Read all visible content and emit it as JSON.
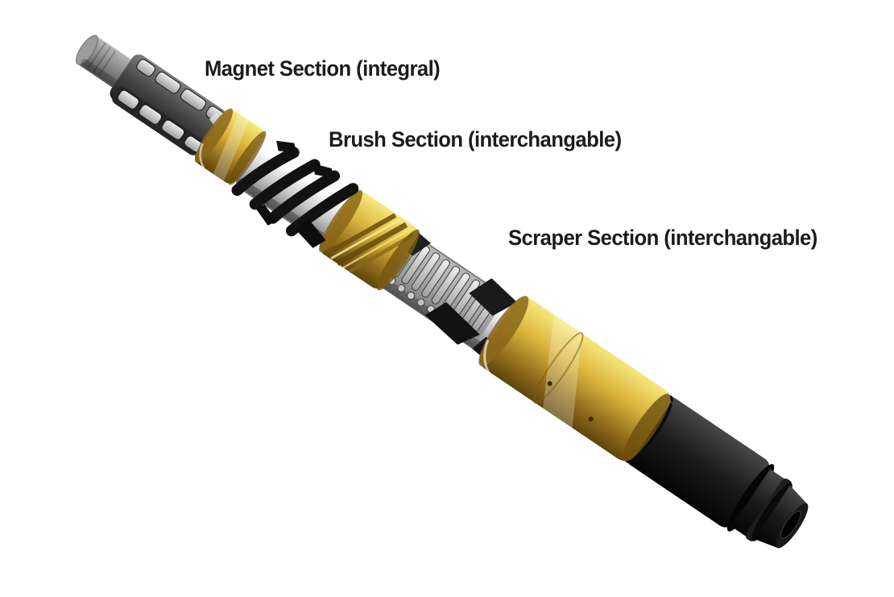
{
  "sections": [
    {
      "id": "magnet",
      "label": "Magnet Section (integral)"
    },
    {
      "id": "brush",
      "label": "Brush Section (interchangable)"
    },
    {
      "id": "scraper",
      "label": "Scraper Section (interchangable)"
    }
  ],
  "colors": {
    "background": "#ffffff",
    "label_text": "#1c1c1c",
    "gold_light": "#f7e87e",
    "gold": "#d9b33c",
    "gold_dark": "#8a671a",
    "gold_deep": "#5f460c",
    "chrome_light": "#fbfbfb",
    "chrome": "#c9c9c9",
    "chrome_dark": "#6d6d6d",
    "gray_light": "#b8b8b8",
    "gray": "#8c8c8c",
    "gray_dark": "#565656",
    "steel_light": "#7d7d7d",
    "steel": "#454545",
    "steel_dark": "#1e1e1e",
    "black_light": "#474747",
    "black": "#1a1a1a",
    "black_deep": "#050505",
    "slot_light": "#efefef",
    "slot": "#9f9f9f"
  }
}
